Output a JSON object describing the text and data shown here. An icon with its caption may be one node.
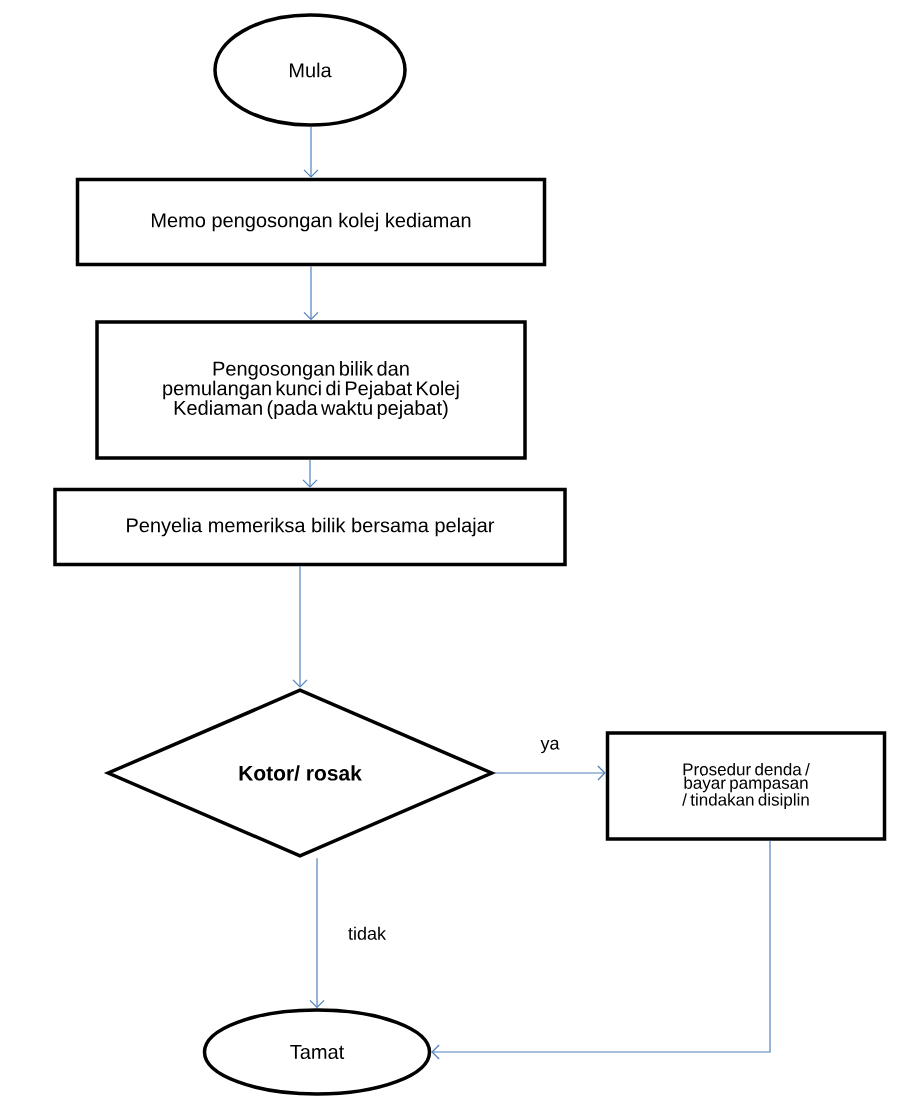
{
  "diagram": {
    "nodes": [
      {
        "text": [
          "Mula"
        ]
      },
      {
        "text": [
          "Memo pengosongan kolej kediaman"
        ]
      },
      {
        "text": [
          "Pengosongan bilik dan pemulangan kunci di Pejabat Kolej Kediaman (pada waktu pejabat)"
        ]
      },
      {
        "text": [
          "Penyelia memeriksa bilik bersama pelajar"
        ]
      },
      {
        "text": [
          "Kotor/ rosak"
        ]
      },
      {
        "text": [
          "Prosedur denda / bayar pampasan / tindakan disiplin"
        ]
      },
      {
        "text": [
          "Tamat"
        ]
      }
    ],
    "edges": [
      {
        "from": 0,
        "to": 1,
        "arrow": "to"
      },
      {
        "from": 1,
        "to": 2,
        "arrow": "to"
      },
      {
        "from": 2,
        "to": 3,
        "arrow": "to"
      },
      {
        "from": 3,
        "to": 4,
        "arrow": "to"
      },
      {
        "from": 4,
        "to": 5,
        "arrow": "to",
        "label": "ya"
      },
      {
        "from": 4,
        "to": 6,
        "arrow": "to",
        "label": "tidak"
      },
      {
        "from": 5,
        "to": 6,
        "arrow": "to"
      }
    ]
  }
}
